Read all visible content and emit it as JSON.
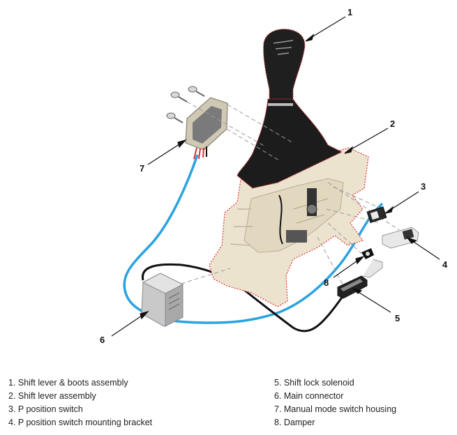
{
  "callouts": [
    "1",
    "2",
    "3",
    "4",
    "5",
    "6",
    "7",
    "8"
  ],
  "legend": [
    "1. Shift lever & boots assembly",
    "2. Shift lever assembly",
    "3. P position switch",
    "4. P position switch mounting bracket",
    "5. Shift lock solenoid",
    "6. Main connector",
    "7. Manual mode switch housing",
    "8. Damper"
  ],
  "colors": {
    "wire_blue": "#2aa3e0",
    "wire_yellow": "#e6d23a",
    "wire_black": "#111111",
    "outline_red": "#e23030",
    "plastic": "#ece3cf",
    "connector_gray": "#c9c9c9",
    "boot_black": "#1c1c1c"
  },
  "icons": [
    "screw-icon",
    "wire-harness-icon",
    "gear-knob-icon"
  ]
}
